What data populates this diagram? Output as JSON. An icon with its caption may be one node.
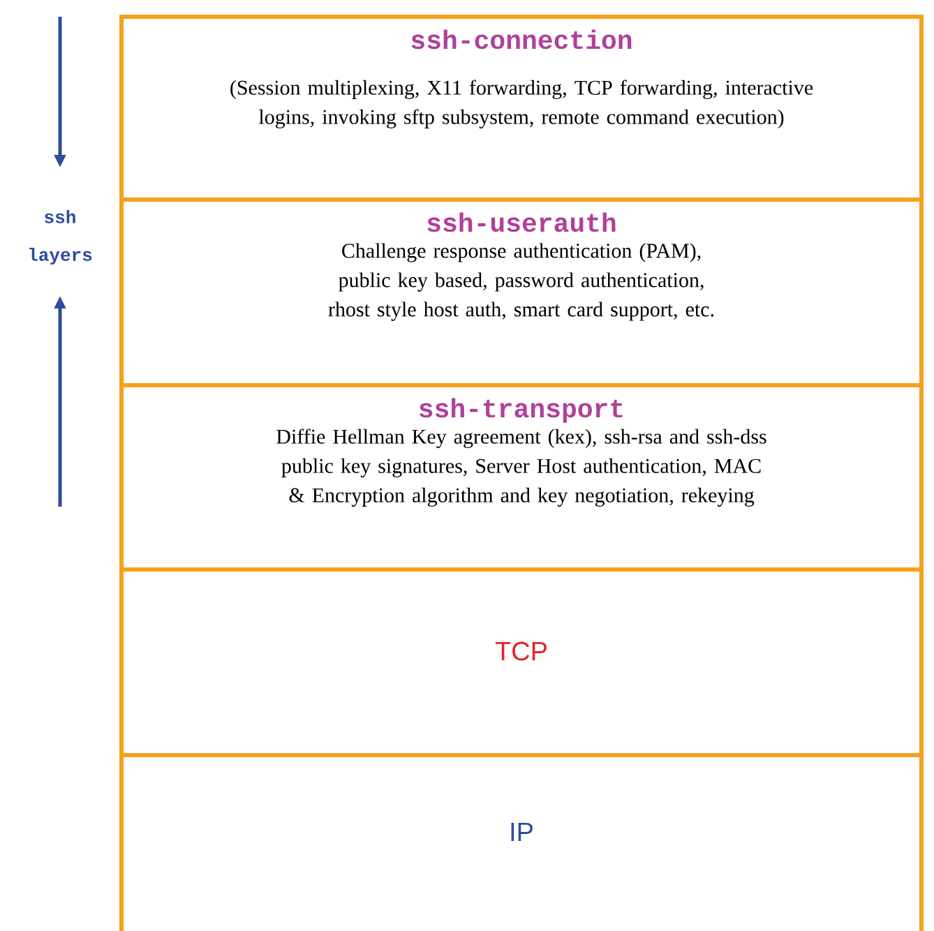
{
  "diagram": {
    "nodes": [
      {
        "text": [
          "ssh-connection",
          "(Session multiplexing, X11 forwarding, TCP forwarding, interactive logins,  invoking sftp subsystem, remote command execution)"
        ]
      },
      {
        "text": [
          "ssh-userauth",
          "Challenge response authentication (PAM), public key based, password authentication, rhost style host auth, smart card support, etc."
        ]
      },
      {
        "text": [
          "ssh-transport",
          "Diffie Hellman Key agreement (kex), ssh-rsa and ssh-dss public key signatures, Server Host authentication, MAC & Encryption algorithm and key negotiation, rekeying"
        ]
      },
      {
        "text": [
          "TCP"
        ]
      },
      {
        "text": [
          "IP"
        ]
      }
    ],
    "edges": [],
    "labels": [
      "ssh layers"
    ]
  }
}
